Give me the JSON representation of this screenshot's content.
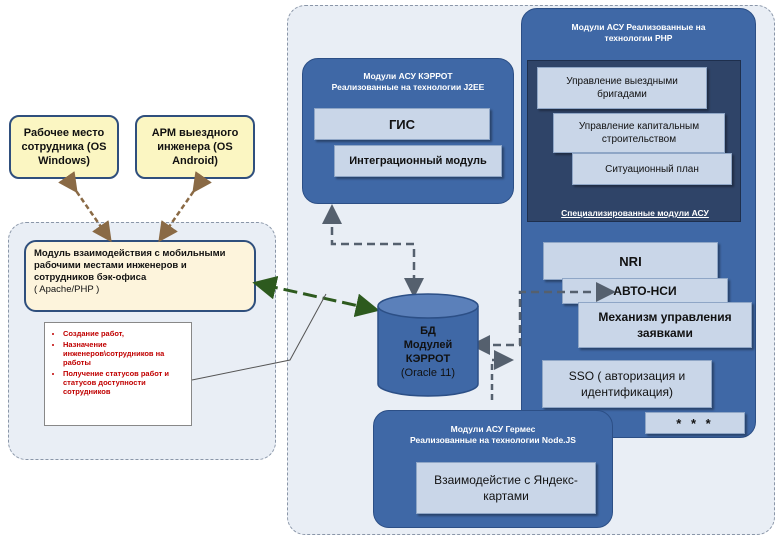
{
  "workstations": {
    "office": "Рабочее место сотрудника (OS Windows)",
    "field": "АРМ выездного инженера (OS Android)"
  },
  "interaction_module": {
    "title": "Модуль взаимодействия с мобильными рабочими местами инженеров и сотрудников бэк-офиса",
    "tech": "( Apache/PHP )"
  },
  "functions": [
    "Создание работ,",
    "Назначение инженеров\\сотрудников на работы",
    "Получение статусов работ и статусов доступности сотрудников"
  ],
  "j2ee_module": {
    "title_line1": "Модули АСУ КЭРРОТ",
    "title_line2": "Реализованные на технологии J2EE",
    "items": [
      "ГИС",
      "Интеграционный модуль"
    ]
  },
  "php_module": {
    "title_line1": "Модули АСУ Реализованные на",
    "title_line2": "технологии PHP",
    "special_items": [
      "Управление выездными бригадами",
      "Управление капитальным строительством",
      "Ситуационный план"
    ],
    "special_label": "Специализированные модули АСУ",
    "items": [
      "NRI",
      "АВТО-НСИ",
      "Механизм управления заявками",
      "SSO ( авторизация и идентификация)",
      "* * *"
    ]
  },
  "database": {
    "line1": "БД",
    "line2": "Модулей",
    "line3": "КЭРРОТ",
    "line4": "(Oracle 11)"
  },
  "nodejs_module": {
    "title_line1": "Модули АСУ Гермес",
    "title_line2": "Реализованные на технологии Node.JS",
    "items": [
      "Взаимодейстие с Яндекс-картами"
    ]
  },
  "colors": {
    "module_blue": "#3f68a6",
    "card": "#c9d6e8",
    "yellow": "#fbf6c2",
    "arrow_green": "#2d5a1e",
    "arrow_brown": "#8a6a45",
    "function_text": "#c00000"
  }
}
